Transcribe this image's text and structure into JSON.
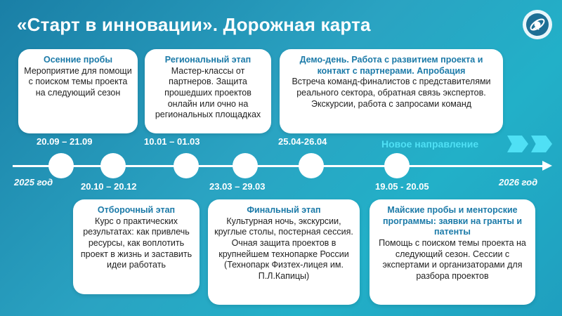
{
  "title": "«Старт в инновации». Дорожная карта",
  "years": {
    "start": "2025 год",
    "end": "2026 год"
  },
  "new_direction": "Новое направление",
  "dates": [
    "20.09 – 21.09",
    "20.10 – 20.12",
    "10.01 – 01.03",
    "23.03 – 29.03",
    "25.04-26.04",
    "19.05 - 20.05"
  ],
  "cards": {
    "autumn": {
      "title": "Осенние пробы",
      "text": "Мероприятие для помощи с поиском темы проекта на следующий сезон"
    },
    "regional": {
      "title": "Региональный  этап",
      "text": "Мастер-классы от партнеров. Защита прошедших проектов онлайн или очно на региональных площадках"
    },
    "demo": {
      "title": "Демо-день. Работа с развитием проекта и контакт с партнерами. Апробация",
      "text": "Встреча команд-финалистов с представителями реального сектора, обратная связь экспертов. Экскурсии, работа с запросами команд"
    },
    "selection": {
      "title": "Отборочный этап",
      "text": "Курс о практических результатах: как привлечь ресурсы, как воплотить проект в жизнь и заставить идеи работать"
    },
    "final": {
      "title": "Финальный этап",
      "text": "Культурная ночь, экскурсии, круглые столы, постерная сессия. Очная защита проектов в крупнейшем технопарке России (Технопарк Физтех-лицея им. П.Л.Капицы)"
    },
    "may": {
      "title": "Майские пробы и менторские программы: заявки на гранты и патенты",
      "text": "Помощь с поиском темы проекта на следующий сезон. Сессии с экспертами и организаторами для разбора проектов"
    }
  }
}
